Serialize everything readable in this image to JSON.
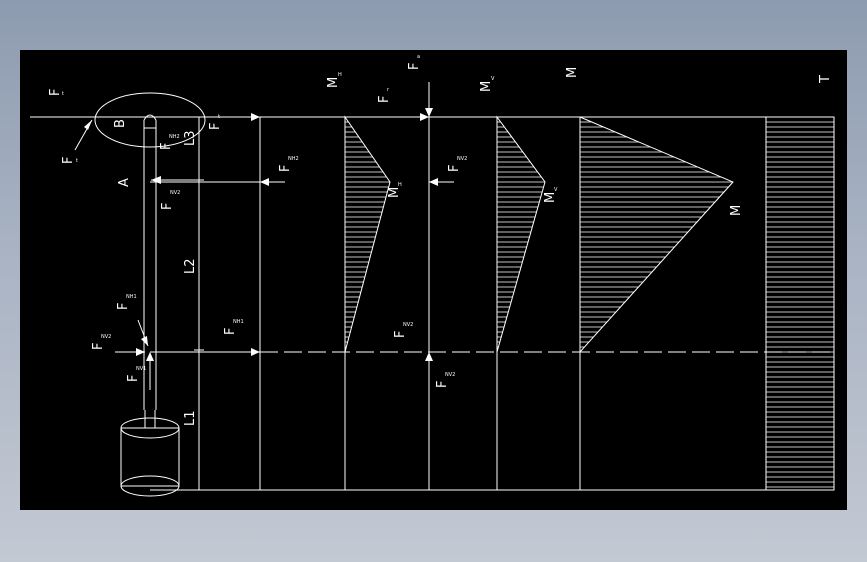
{
  "diagram": {
    "point_b": "B",
    "point_a": "A",
    "dim_l1": "L1",
    "dim_l2": "L2",
    "dim_l3": "L3",
    "force_f": "F",
    "sub_t": "t",
    "sub_r": "r",
    "sub_a": "a",
    "sub_nh1": "NH1",
    "sub_nh2": "NH2",
    "sub_nv1": "NV1",
    "sub_nv2": "NV2",
    "moment_mh": "M",
    "moment_mv": "M",
    "moment_m": "M",
    "sub_h": "H",
    "sub_v": "V",
    "torque_t": "T"
  }
}
